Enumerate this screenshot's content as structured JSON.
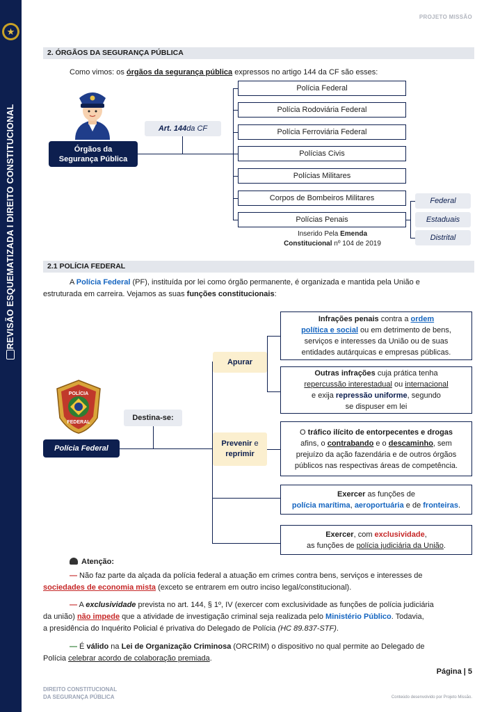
{
  "sidebar": {
    "title": "REVISÃO ESQUEMATIZADA I DIREITO CONSTITUCIONAL"
  },
  "header": {
    "project": "PROJETO MISSÃO"
  },
  "section1": {
    "title": "2. ÓRGÃOS DA SEGURANÇA PÚBLICA",
    "intro_prefix": "Como vimos: os ",
    "intro_highlight": "órgãos da segurança pública",
    "intro_suffix": " expressos no artigo 144 da CF são esses:",
    "badge_line1": "Órgãos da",
    "badge_line2": "Segurança Pública",
    "art_bold": "Art. 144",
    "art_rest": " da CF",
    "organs": [
      "Polícia Federal",
      "Polícia Rodoviária Federal",
      "Polícia Ferroviária Federal",
      "Polícias Civis",
      "Polícias Militares",
      "Corpos de Bombeiros Militares",
      "Polícias Penais"
    ],
    "levels": [
      "Federal",
      "Estaduais",
      "Distrital"
    ],
    "note_line1_prefix": "Inserido Pela ",
    "note_line1_bold": "Emenda",
    "note_line2_bold": "Constitucional",
    "note_line2_rest": " nº 104 de 2019"
  },
  "section2": {
    "title": "2.1 POLÍCIA FEDERAL",
    "p_a": "A ",
    "p_pf": "Polícia Federal",
    "p_b": " (PF), instituída por lei como órgão permanente, é organizada e mantida pela União e",
    "p_c": "estruturada em carreira. Vejamos as suas ",
    "p_d": "funções constitucionais",
    "p_e": ":",
    "pf_badge": "Polícia Federal",
    "emblem_top": "POLÍCIA",
    "emblem_bottom": "FEDERAL",
    "destina": "Destina-se:",
    "apurar": "Apurar",
    "prevenir_bold": "Prevenir",
    "prevenir_e": " e",
    "prevenir_line2": "reprimir",
    "box1": {
      "a": "Infrações penais",
      "b": " contra a ",
      "c": "ordem",
      "d": "política e social",
      "e": " ou em detrimento de bens,",
      "f": "serviços e interesses da União ou de suas",
      "g": "entidades autárquicas e empresas públicas."
    },
    "box2": {
      "a": "Outras infrações",
      "b": " cuja prática tenha",
      "c": "repercussão interestadual",
      "d": " ou ",
      "e": "internacional",
      "f": "e exija ",
      "g": "repressão uniforme",
      "h": ", segundo",
      "i": "se dispuser em lei"
    },
    "box3": {
      "a": "O ",
      "b": "tráfico ilícito de entorpecentes e drogas",
      "c": "afins, o ",
      "d": "contrabando",
      "e": " e o ",
      "f": "descaminho",
      "g": ", sem",
      "h": "prejuízo da ação fazendária e de outros órgãos",
      "i": "públicos nas respectivas áreas de competência."
    },
    "box4": {
      "a": "Exercer",
      "b": " as funções de",
      "c": "polícia marítima",
      "d": ", ",
      "e": "aeroportuária",
      "f": " e de ",
      "g": "fronteiras",
      "h": "."
    },
    "box5": {
      "a": "Exercer",
      "b": ", com ",
      "c": "exclusividade",
      "d": ",",
      "e": "as funções de ",
      "f": "polícia judiciária da União",
      "g": "."
    }
  },
  "attention": {
    "title": "Atenção:",
    "dash": "—",
    "i1_a": " Não faz parte da alçada da polícia federal a atuação em crimes contra bens, serviços e interesses de",
    "i1_b": "sociedades de economia mista",
    "i1_c": " (exceto se entrarem em outro inciso legal/constitucional).",
    "i2_a": " A ",
    "i2_b": "exclusividade",
    "i2_c": " prevista no art. 144, § 1º, IV (exercer com exclusividade as funções de polícia judiciária",
    "i2_d": "da união) ",
    "i2_e": "não impede",
    "i2_f": " que a atividade de investigação criminal seja realizada pelo ",
    "i2_g": "Ministério Público",
    "i2_h": ". Todavia,",
    "i2_i": "a presidência do Inquérito Policial é privativa do Delegado de Polícia ",
    "i2_j": "(HC 89.837-STF)",
    "i2_k": ".",
    "i3_a": " É ",
    "i3_b": "válido",
    "i3_c": " na ",
    "i3_d": "Lei de Organização Criminosa",
    "i3_e": " (ORCRIM) o dispositivo no qual permite ao Delegado de",
    "i3_f": "Polícia ",
    "i3_g": "celebrar acordo de colaboração premiada",
    "i3_h": "."
  },
  "footer": {
    "page_label": "Página | 5",
    "left_line1": "DIREITO CONSTITUCIONAL",
    "left_line2": "DA SEGURANÇA PÚBLICA",
    "right": "Conteúdo desenvolvido por Projeto Missão."
  },
  "colors": {
    "navy": "#0d1f4f",
    "blue": "#1565c0",
    "red": "#c62828",
    "green": "#2e7d32",
    "yellow": "#fbefcf"
  }
}
